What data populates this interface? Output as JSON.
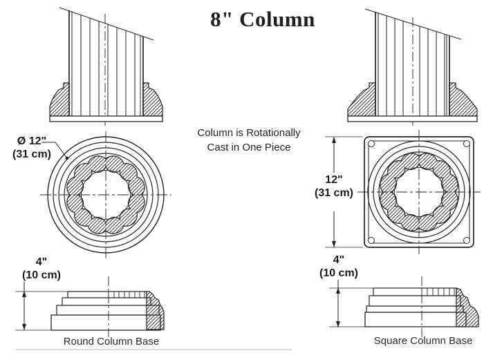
{
  "title": "8\" Column",
  "annotation": {
    "line1": "Column is Rotationally",
    "line2": "Cast in One Piece"
  },
  "round": {
    "diameter": "Ø 12\"",
    "diameter_metric": "(31 cm)",
    "base_height": "4\"",
    "base_height_metric": "(10 cm)",
    "caption": "Round Column Base"
  },
  "square": {
    "width": "12\"",
    "width_metric": "(31 cm)",
    "base_height": "4\"",
    "base_height_metric": "(10 cm)",
    "caption": "Square Column Base"
  },
  "colors": {
    "ink": "#222222",
    "paper": "#ffffff",
    "scan_artifact": "#c9c9c9"
  }
}
